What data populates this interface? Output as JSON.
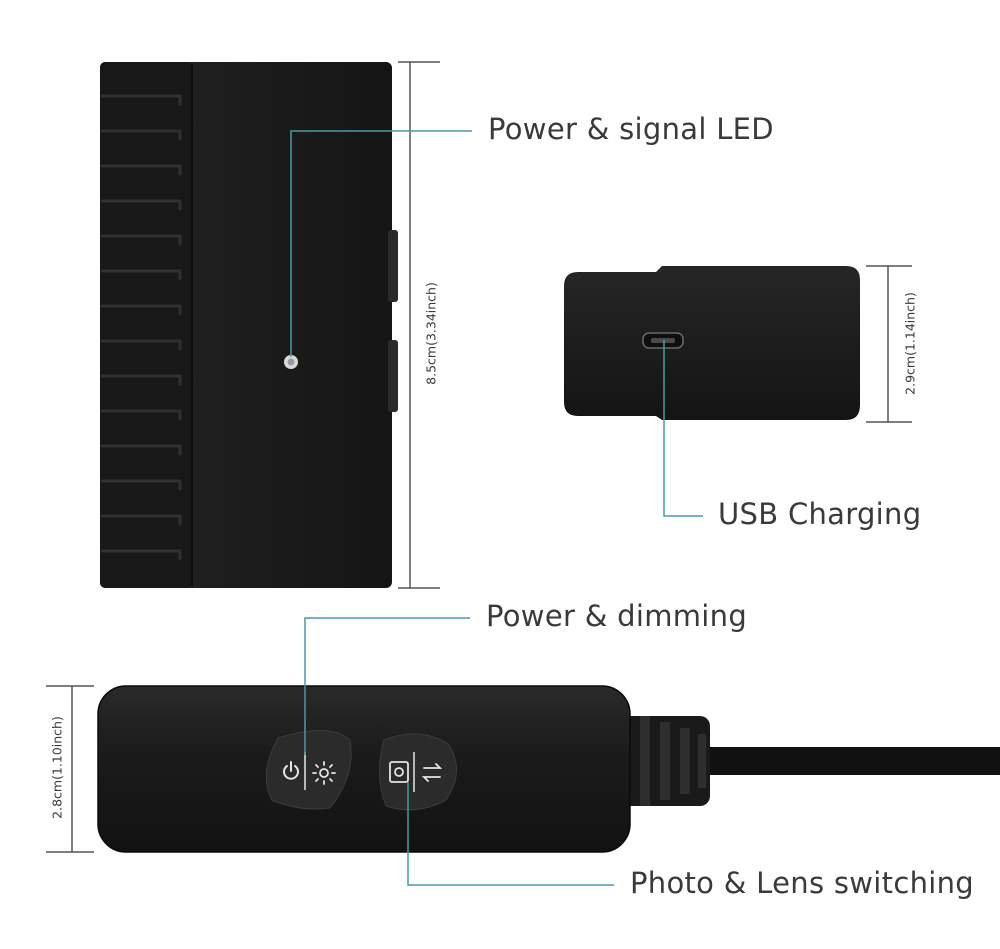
{
  "callouts": {
    "power_signal_led": "Power & signal LED",
    "usb_charging": "USB Charging",
    "power_dimming": "Power & dimming",
    "photo_lens": "Photo & Lens switching"
  },
  "dimensions": {
    "main_height": "8.5cm(3.34inch)",
    "side_height": "2.9cm(1.14inch)",
    "grip_height": "2.8cm(1.10inch)"
  },
  "colors": {
    "body": "#1b1b1b",
    "callout_line": "#4a9aa8",
    "dim_line": "#555555"
  }
}
